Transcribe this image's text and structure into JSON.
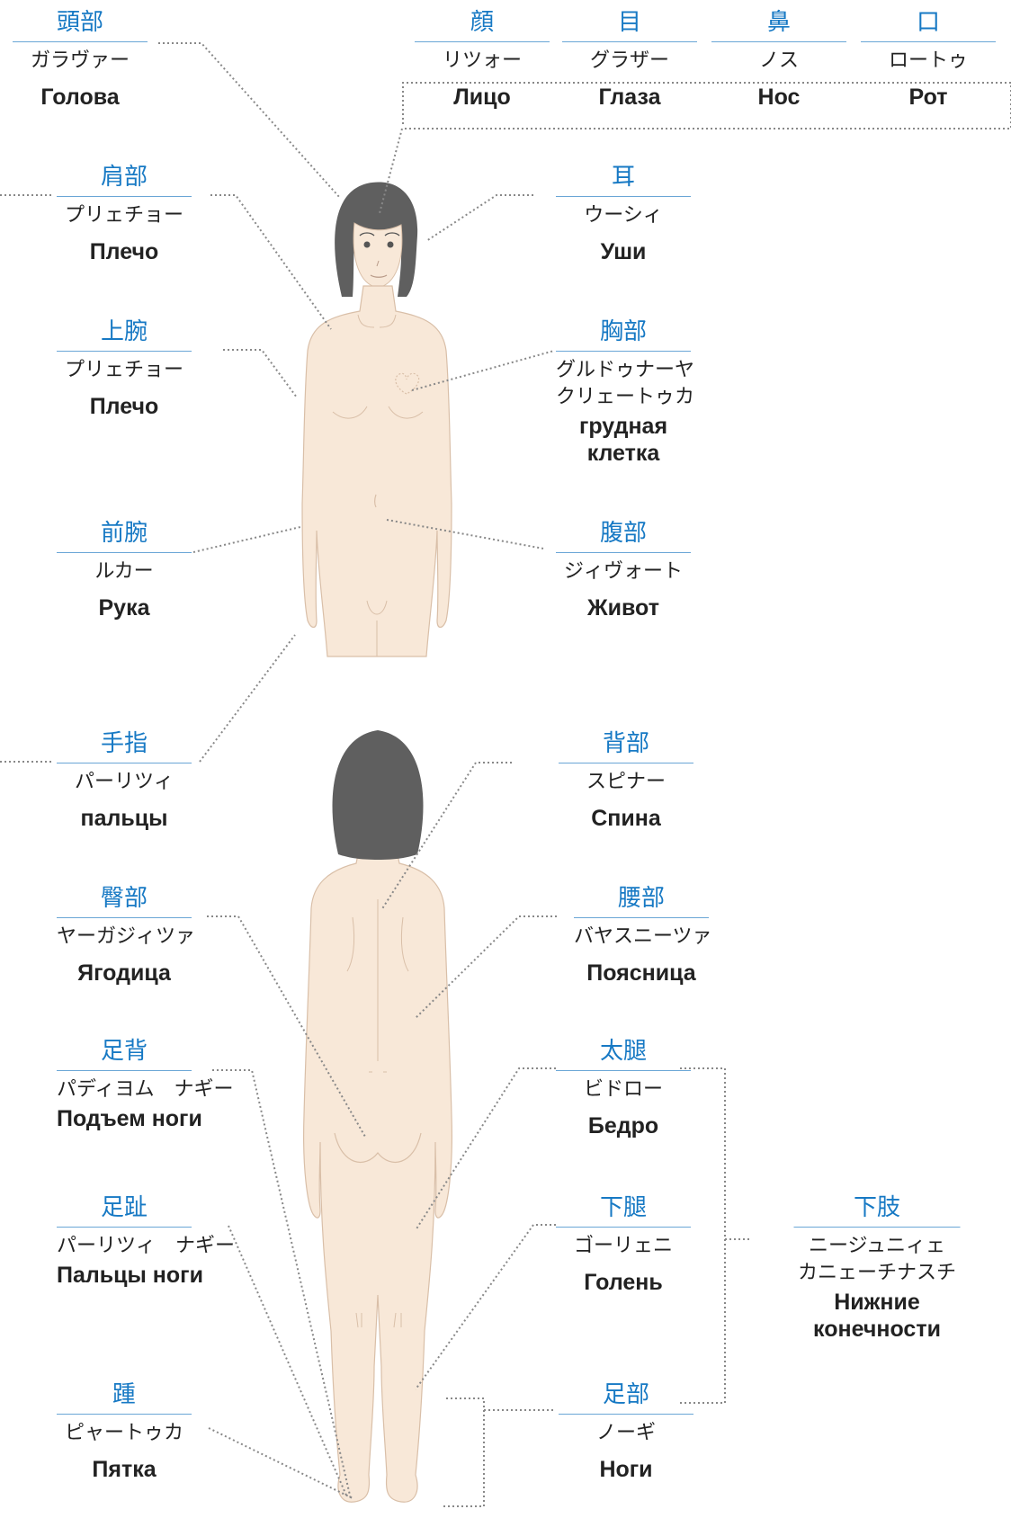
{
  "labels": {
    "head": {
      "jp": "頭部",
      "kana": "ガラヴァー",
      "ru": "Голова"
    },
    "face": {
      "jp": "顔",
      "kana": "リツォー",
      "ru": "Лицо"
    },
    "eyes": {
      "jp": "目",
      "kana": "グラザー",
      "ru": "Глаза"
    },
    "nose": {
      "jp": "鼻",
      "kana": "ノス",
      "ru": "Нос"
    },
    "mouth": {
      "jp": "口",
      "kana": "ロートゥ",
      "ru": "Рот"
    },
    "shoulder": {
      "jp": "肩部",
      "kana": "プリェチョー",
      "ru": "Плечо"
    },
    "ears": {
      "jp": "耳",
      "kana": "ウーシィ",
      "ru": "Уши"
    },
    "upperarm": {
      "jp": "上腕",
      "kana": "プリェチョー",
      "ru": "Плечо"
    },
    "chest": {
      "jp": "胸部",
      "kana": "グルドゥナーヤ",
      "kana2": "クリェートゥカ",
      "ru": "грудная",
      "ru2": "клетка"
    },
    "forearm": {
      "jp": "前腕",
      "kana": "ルカー",
      "ru": "Рука"
    },
    "abdomen": {
      "jp": "腹部",
      "kana": "ジィヴォート",
      "ru": "Живот"
    },
    "fingers": {
      "jp": "手指",
      "kana": "パーリツィ",
      "ru": "пальцы"
    },
    "back": {
      "jp": "背部",
      "kana": "スピナー",
      "ru": "Спина"
    },
    "buttock": {
      "jp": "臀部",
      "kana": "ヤーガジィツァ",
      "ru": "Ягодица"
    },
    "waist": {
      "jp": "腰部",
      "kana": "バヤスニーツァ",
      "ru": "Поясница"
    },
    "instep": {
      "jp": "足背",
      "kana": "パディヨム　ナギー",
      "ru": "Подъем ноги"
    },
    "thigh": {
      "jp": "太腿",
      "kana": "ビドロー",
      "ru": "Бедро"
    },
    "toes": {
      "jp": "足趾",
      "kana": "パーリツィ　ナギー",
      "ru": "Пальцы ноги"
    },
    "shin": {
      "jp": "下腿",
      "kana": "ゴーリェニ",
      "ru": "Голень"
    },
    "lowerlimb": {
      "jp": "下肢",
      "kana": "ニージュニィェ",
      "kana2": "カニェーチナスチ",
      "ru": "Нижние",
      "ru2": "конечности"
    },
    "heel": {
      "jp": "踵",
      "kana": "ピャートゥカ",
      "ru": "Пятка"
    },
    "feet": {
      "jp": "足部",
      "kana": "ノーギ",
      "ru": "Ноги"
    }
  },
  "colors": {
    "japanese_term": "#1779c4",
    "rule": "#6aa6d6",
    "skin": "#f8e8d8",
    "skin_outline": "#d9bfa8",
    "hair": "#5f5f5f",
    "leader_line": "#888888"
  }
}
